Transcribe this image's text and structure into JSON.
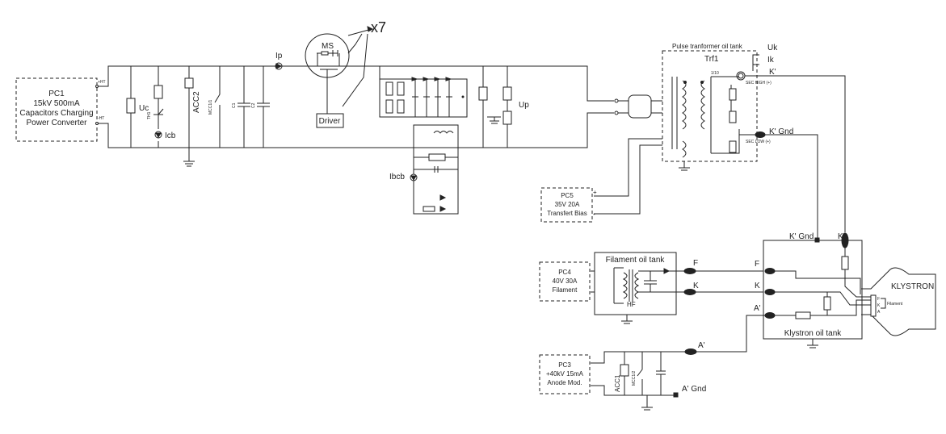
{
  "pc1": {
    "name": "PC1",
    "line1": "15kV 500mA",
    "line2": "Capacitors Charging",
    "line3": "Power Converter",
    "ht_plus": "+HT",
    "ht_minus": "-HT"
  },
  "labels": {
    "uc": "Uc",
    "th1": "TH1",
    "icb": "Icb",
    "acc2": "ACC2",
    "mcc1": "MCC1/1",
    "c1": "C1",
    "c2": "C2",
    "ip": "Ip",
    "ms": "MS",
    "x7": "x7",
    "driver": "Driver",
    "up": "Up",
    "ibcb": "Ibcb"
  },
  "transformer": {
    "tank": "Pulse tranformer oil tank",
    "trf": "Trf1",
    "ratio": "1/10",
    "uk": "Uk",
    "ik": "Ik",
    "kp": "K'",
    "kp_gnd": "K' Gnd",
    "sec_high": "SEC HIGH (+)",
    "sec_low": "SEC LOW (+)"
  },
  "pc5": {
    "name": "PC5",
    "line1": "35V 20A",
    "line2": "Transfert Bias",
    "plus": "+",
    "minus": "-"
  },
  "pc4": {
    "name": "PC4",
    "line1": "40V 30A",
    "line2": "Filament"
  },
  "filament_tank": {
    "title": "Filament  oil tank",
    "hf": "HF",
    "f": "F",
    "k": "K"
  },
  "klystron": {
    "tank": "Klystron  oil tank",
    "name": "KLYSTRON",
    "filament": "Filament",
    "kp_gnd": "K' Gnd",
    "kp": "K'",
    "f": "F",
    "k": "K",
    "ap": "A'",
    "pin_f": "F",
    "pin_k": "K",
    "pin_a": "A"
  },
  "pc3": {
    "name": "PC3",
    "line1": "+40kV 15mA",
    "line2": "Anode Mod.",
    "acc1": "ACC1",
    "mcc12": "MCC1/2",
    "ap": "A'",
    "ap_gnd": "A' Gnd"
  }
}
